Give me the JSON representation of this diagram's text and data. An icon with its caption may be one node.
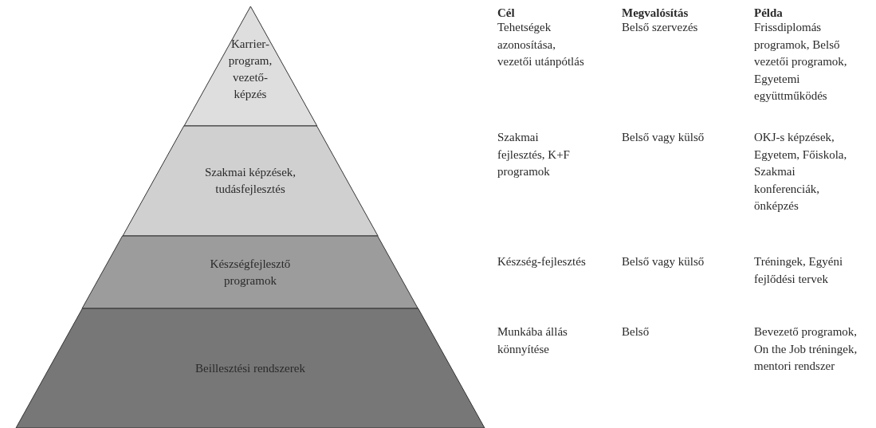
{
  "diagram": {
    "nodes": [
      {
        "text": [
          "Karrier-program, vezető-képzés"
        ]
      },
      {
        "text": [
          "Szakmai képzések, tudásfejlesztés"
        ]
      },
      {
        "text": [
          "Készségfejlesztő programok"
        ]
      },
      {
        "text": [
          "Beillesztési rendszerek"
        ]
      }
    ],
    "labels": [
      "Cél",
      "Megvalósítás",
      "Példa",
      "Tehetségek azonosítása, vezetői utánpótlás",
      "Belső szervezés",
      "Frissdiplomás programok, Belső vezetői programok, Egyetemi együttműködés",
      "Szakmai fejlesztés, K+F programok",
      "Belső vagy külső",
      "OKJ-s képzések, Egyetem, Főiskola, Szakmai konferenciák, önképzés",
      "Készség-fejlesztés",
      "Belső vagy külső",
      "Tréningek, Egyéni fejlődési tervek",
      "Munkába állás könnyítése",
      "Belső",
      "Bevezető programok, On the Job tréningek, mentori rendszer"
    ]
  }
}
